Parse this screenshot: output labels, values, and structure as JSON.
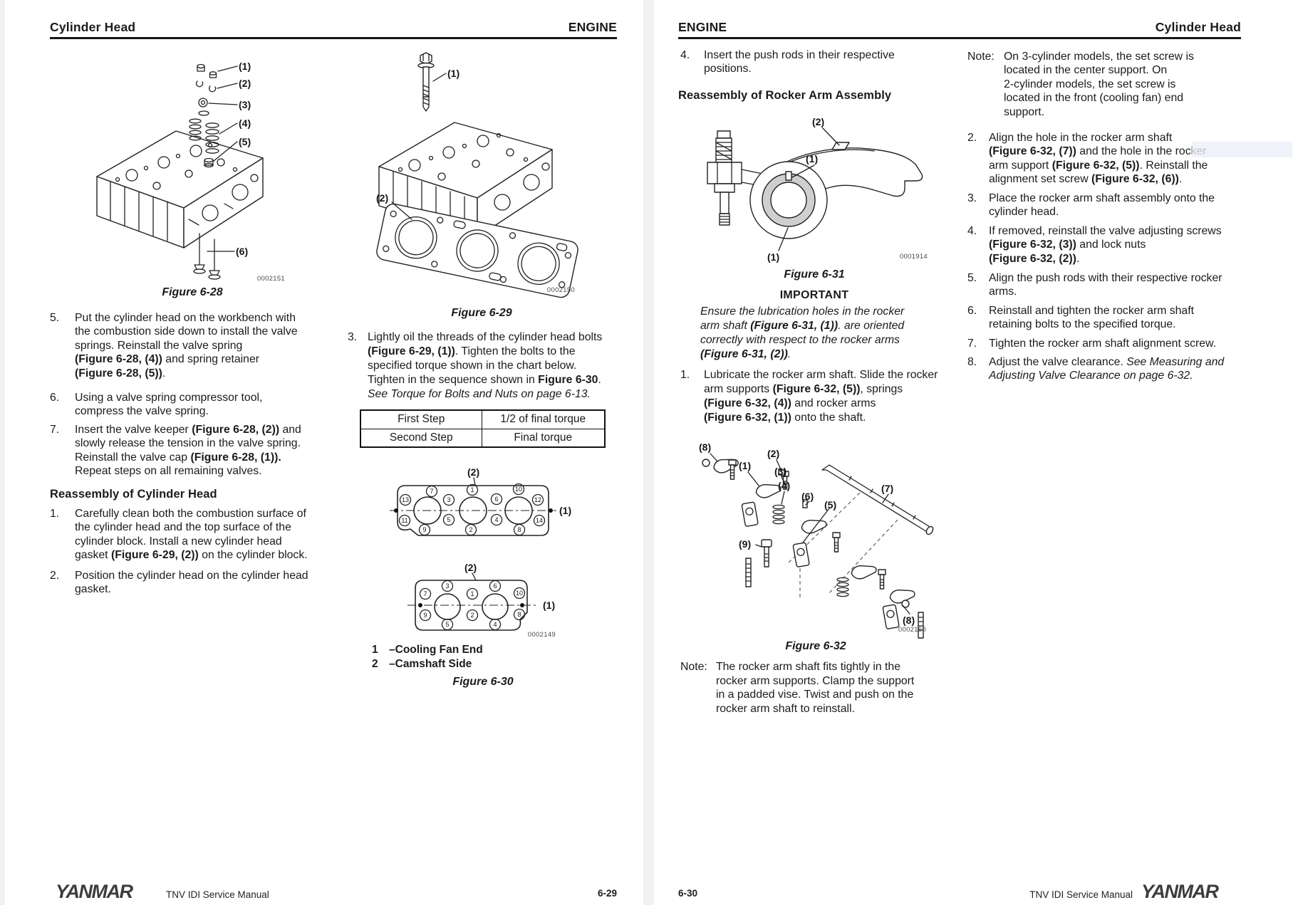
{
  "left": {
    "header": {
      "section": "Cylinder Head",
      "chapter": "ENGINE"
    },
    "fig628": {
      "caption": "Figure 6-28",
      "image_id": "0002151",
      "callouts": [
        "(1)",
        "(2)",
        "(3)",
        "(4)",
        "(5)",
        "(6)"
      ]
    },
    "steps_valve": [
      {
        "num": "5.",
        "segments": [
          {
            "t": "Put the cylinder head on the workbench with"
          },
          {
            "br": true
          },
          {
            "t": "the combustion side down to install the valve"
          },
          {
            "br": true
          },
          {
            "t": "springs. Reinstall the valve spring"
          },
          {
            "br": true
          },
          {
            "t": "(Figure 6-28, (4))",
            "b": true
          },
          {
            "t": " and spring retainer"
          },
          {
            "br": true
          },
          {
            "t": "(Figure 6-28, (5))",
            "b": true
          },
          {
            "t": "."
          }
        ]
      },
      {
        "num": "6.",
        "segments": [
          {
            "t": "Using a valve spring compressor tool,"
          },
          {
            "br": true
          },
          {
            "t": "compress the valve spring."
          }
        ]
      },
      {
        "num": "7.",
        "segments": [
          {
            "t": "Insert the valve keeper "
          },
          {
            "t": "(Figure 6-28, (2))",
            "b": true
          },
          {
            "t": " and"
          },
          {
            "br": true
          },
          {
            "t": "slowly release the tension in the valve spring."
          },
          {
            "br": true
          },
          {
            "t": "Reinstall the valve cap "
          },
          {
            "t": "(Figure 6-28, (1)).",
            "b": true
          },
          {
            "br": true
          },
          {
            "t": "Repeat steps on all remaining valves."
          }
        ]
      }
    ],
    "heading_reassembly": "Reassembly of Cylinder Head",
    "steps_head": [
      {
        "num": "1.",
        "segments": [
          {
            "t": "Carefully clean both the combustion surface of"
          },
          {
            "br": true
          },
          {
            "t": "the cylinder head and the top surface of the"
          },
          {
            "br": true
          },
          {
            "t": "cylinder block. Install a new cylinder head"
          },
          {
            "br": true
          },
          {
            "t": "gasket "
          },
          {
            "t": "(Figure 6-29, (2))",
            "b": true
          },
          {
            "t": " on the cylinder block."
          }
        ]
      },
      {
        "num": "2.",
        "segments": [
          {
            "t": "Position the cylinder head on the cylinder head"
          },
          {
            "br": true
          },
          {
            "t": "gasket."
          }
        ]
      }
    ],
    "fig629": {
      "caption": "Figure 6-29",
      "image_id": "0002150",
      "callouts": [
        "(1)",
        "(2)"
      ]
    },
    "step3": {
      "num": "3.",
      "segments": [
        {
          "t": "Lightly oil the threads of the cylinder head bolts"
        },
        {
          "br": true
        },
        {
          "t": "(Figure 6-29, (1))",
          "b": true
        },
        {
          "t": ". Tighten the bolts to the"
        },
        {
          "br": true
        },
        {
          "t": "specified torque shown in the chart below."
        },
        {
          "br": true
        },
        {
          "t": "Tighten in the sequence shown in "
        },
        {
          "t": "Figure 6-30",
          "b": true
        },
        {
          "t": "."
        },
        {
          "br": true
        },
        {
          "t": "See Torque for Bolts and Nuts on page 6-13.",
          "i": true
        }
      ]
    },
    "torque_table": {
      "rows": [
        [
          "First Step",
          "1/2 of final torque"
        ],
        [
          "Second Step",
          "Final torque"
        ]
      ]
    },
    "fig630": {
      "caption": "Figure 6-30",
      "image_id": "0002149",
      "a": {
        "top": "(2)",
        "right": "(1)",
        "row_top": [
          "7",
          "1",
          "10"
        ],
        "row_upper": [
          "13",
          "3",
          "6",
          "12"
        ],
        "row_lower": [
          "11",
          "5",
          "4",
          "14"
        ],
        "row_bottom": [
          "9",
          "2",
          "8"
        ]
      },
      "b": {
        "top": "(2)",
        "right": "(1)",
        "row_top": [
          "3",
          "6"
        ],
        "row_upper": [
          "7",
          "1",
          "10"
        ],
        "row_lower": [
          "9",
          "2",
          "8"
        ],
        "row_bottom": [
          "5",
          "4"
        ]
      },
      "legend": [
        {
          "num": "1",
          "text": "–Cooling Fan End"
        },
        {
          "num": "2",
          "text": "–Camshaft Side"
        }
      ]
    },
    "footer": {
      "logo": "YANMAR",
      "manual": "TNV IDI Service Manual",
      "page": "6-29"
    }
  },
  "right": {
    "header": {
      "chapter": "ENGINE",
      "section": "Cylinder Head"
    },
    "step4": {
      "num": "4.",
      "segments": [
        {
          "t": "Insert the push rods in their respective"
        },
        {
          "br": true
        },
        {
          "t": "positions."
        }
      ]
    },
    "heading_rocker": "Reassembly of Rocker Arm Assembly",
    "fig631": {
      "caption": "Figure 6-31",
      "image_id": "0001914",
      "callouts": [
        "(2)",
        "(1)",
        "(1)"
      ]
    },
    "important": {
      "title": "IMPORTANT",
      "segments": [
        {
          "t": "Ensure the lubrication holes in the rocker",
          "i": true
        },
        {
          "br": true
        },
        {
          "t": "arm shaft ",
          "i": true
        },
        {
          "t": "(Figure 6-31, (1))",
          "b": true,
          "i": true
        },
        {
          "t": ". are oriented",
          "i": true
        },
        {
          "br": true
        },
        {
          "t": "correctly with respect to the rocker arms",
          "i": true
        },
        {
          "br": true
        },
        {
          "t": "(Figure 6-31, (2))",
          "b": true,
          "i": true
        },
        {
          "t": ".",
          "i": true
        }
      ]
    },
    "step1": {
      "num": "1.",
      "segments": [
        {
          "t": "Lubricate the rocker arm shaft. Slide the rocker"
        },
        {
          "br": true
        },
        {
          "t": "arm supports "
        },
        {
          "t": "(Figure 6-32, (5))",
          "b": true
        },
        {
          "t": ", springs"
        },
        {
          "br": true
        },
        {
          "t": "(Figure 6-32, (4))",
          "b": true
        },
        {
          "t": " and rocker arms"
        },
        {
          "br": true
        },
        {
          "t": "(Figure 6-32, (1))",
          "b": true
        },
        {
          "t": " onto the shaft."
        }
      ]
    },
    "fig632": {
      "caption": "Figure 6-32",
      "image_id": "0002160",
      "callouts": [
        "(8)",
        "(1)",
        "(2)",
        "(3)",
        "(4)",
        "(6)",
        "(5)",
        "(7)",
        "(9)",
        "(8)"
      ]
    },
    "note_reinstall": {
      "label": "Note:",
      "segments": [
        {
          "t": "The rocker arm shaft fits tightly in the"
        },
        {
          "br": true
        },
        {
          "t": "rocker arm supports. Clamp the support"
        },
        {
          "br": true
        },
        {
          "t": "in a padded vise. Twist and push on the"
        },
        {
          "br": true
        },
        {
          "t": "rocker arm shaft to reinstall."
        }
      ]
    },
    "note_setscrew": {
      "label": "Note:",
      "segments": [
        {
          "t": "On 3-cylinder models, the set screw is"
        },
        {
          "br": true
        },
        {
          "t": "located in the center support. On"
        },
        {
          "br": true
        },
        {
          "t": "2-cylinder models, the set screw is"
        },
        {
          "br": true
        },
        {
          "t": "located in the front (cooling fan) end"
        },
        {
          "br": true
        },
        {
          "t": "support."
        }
      ]
    },
    "steps_align": [
      {
        "num": "2.",
        "segments": [
          {
            "t": "Align the hole in the rocker arm shaft"
          },
          {
            "br": true
          },
          {
            "t": "(Figure 6-32, (7))",
            "b": true
          },
          {
            "t": " and the hole in the rocker"
          },
          {
            "br": true
          },
          {
            "t": "arm support "
          },
          {
            "t": "(Figure 6-32, (5))",
            "b": true
          },
          {
            "t": ". Reinstall the"
          },
          {
            "br": true
          },
          {
            "t": "alignment set screw "
          },
          {
            "t": "(Figure 6-32, (6))",
            "b": true
          },
          {
            "t": "."
          }
        ]
      },
      {
        "num": "3.",
        "segments": [
          {
            "t": "Place the rocker arm shaft assembly onto the"
          },
          {
            "br": true
          },
          {
            "t": "cylinder head."
          }
        ]
      },
      {
        "num": "4.",
        "segments": [
          {
            "t": "If removed, reinstall the valve adjusting screws"
          },
          {
            "br": true
          },
          {
            "t": "(Figure 6-32, (3))",
            "b": true
          },
          {
            "t": " and lock nuts"
          },
          {
            "br": true
          },
          {
            "t": "(Figure 6-32, (2))",
            "b": true
          },
          {
            "t": "."
          }
        ]
      },
      {
        "num": "5.",
        "segments": [
          {
            "t": "Align the push rods with their respective rocker"
          },
          {
            "br": true
          },
          {
            "t": "arms."
          }
        ]
      },
      {
        "num": "6.",
        "segments": [
          {
            "t": "Reinstall and tighten the rocker arm shaft"
          },
          {
            "br": true
          },
          {
            "t": "retaining bolts to the specified torque."
          }
        ]
      },
      {
        "num": "7.",
        "segments": [
          {
            "t": "Tighten the rocker arm shaft alignment screw."
          }
        ]
      },
      {
        "num": "8.",
        "segments": [
          {
            "t": "Adjust the valve clearance. "
          },
          {
            "t": "See Measuring and",
            "i": true
          },
          {
            "br": true
          },
          {
            "t": "Adjusting Valve Clearance on page 6-32.",
            "i": true
          }
        ]
      }
    ],
    "footer": {
      "page": "6-30",
      "manual": "TNV IDI Service Manual",
      "logo": "YANMAR"
    }
  }
}
